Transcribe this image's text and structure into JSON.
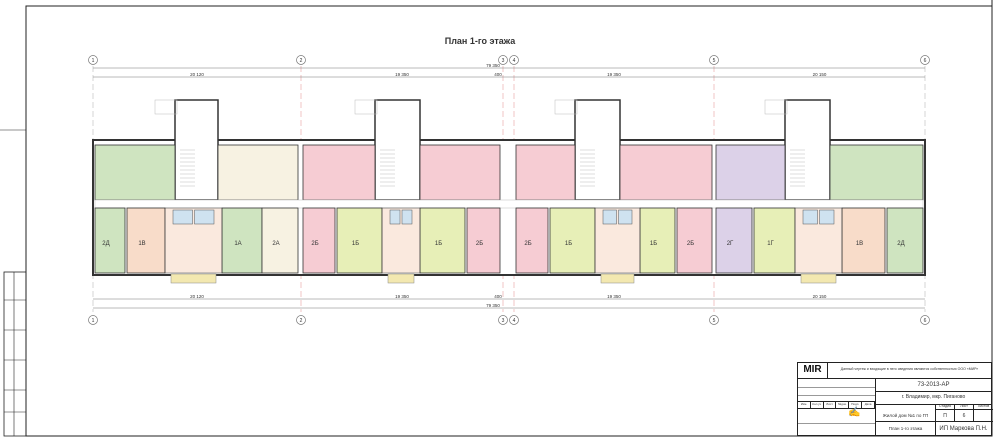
{
  "title": "План 1-го этажа",
  "axes": {
    "top": [
      "1",
      "2",
      "3",
      "4",
      "5",
      "6"
    ],
    "bottom": [
      "1",
      "2",
      "3",
      "4",
      "5",
      "6"
    ]
  },
  "dimensions": {
    "overall_top": "79 350",
    "overall_bottom": "79 350",
    "segments_top": [
      "20 120",
      "19 350",
      "400",
      "19 350",
      "20 150"
    ],
    "segments_bottom": [
      "20 120",
      "19 350",
      "400",
      "19 350",
      "20 150"
    ]
  },
  "apartments": [
    {
      "label": "2Д",
      "color": "#cfe4c0"
    },
    {
      "label": "1В",
      "color": "#f8dcc9"
    },
    {
      "label": "1А",
      "color": "#cfe4c0"
    },
    {
      "label": "2А",
      "color": "#f7f2e2"
    },
    {
      "label": "2Б",
      "color": "#f6ccd3"
    },
    {
      "label": "1Б",
      "color": "#e7efb7"
    },
    {
      "label": "1Б",
      "color": "#e7efb7"
    },
    {
      "label": "2Б",
      "color": "#f6ccd3"
    },
    {
      "label": "2Б",
      "color": "#f6ccd3"
    },
    {
      "label": "1Б",
      "color": "#e7efb7"
    },
    {
      "label": "1Б",
      "color": "#e7efb7"
    },
    {
      "label": "2Б",
      "color": "#f6ccd3"
    },
    {
      "label": "2Г",
      "color": "#dcd1e8"
    },
    {
      "label": "1Г",
      "color": "#e7efb7"
    },
    {
      "label": "1В",
      "color": "#f8dcc9"
    },
    {
      "label": "2Д",
      "color": "#cfe4c0"
    }
  ],
  "title_block": {
    "logo": "MIR",
    "note": "Данный чертеж и входящие в него сведения являются собственностью ООО «МИР»",
    "code": "73-2013-АР",
    "address": "г. Владимир, мкр. Пиганово",
    "project": "Жилой дом №1 по ГП",
    "stage_label": "Стадия",
    "sheet_label": "Лист",
    "sheets_label": "Листов",
    "stage": "П",
    "sheet": "6",
    "sheet_title": "План 1-го этажа",
    "company": "ИП Маркова П.Н.",
    "col_headers": [
      "Изм.",
      "Кол.уч",
      "Лист",
      "№док.",
      "Подп.",
      "Дата"
    ]
  }
}
